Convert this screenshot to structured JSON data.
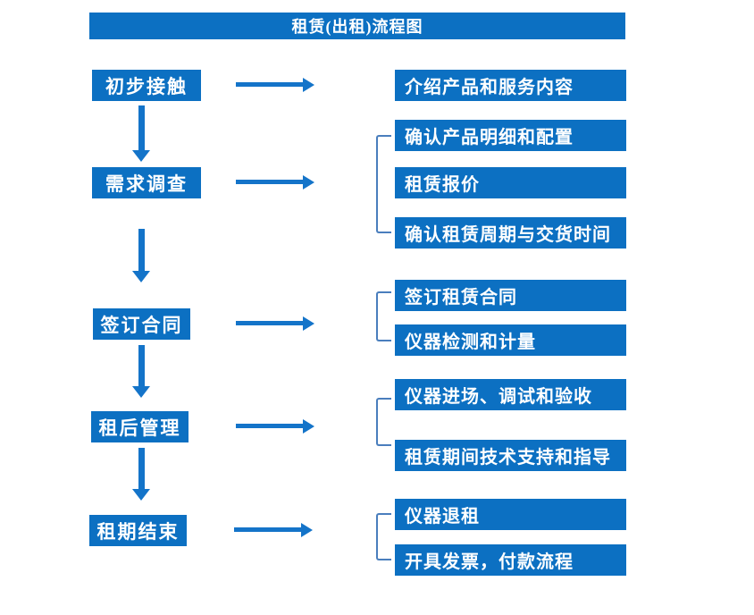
{
  "title": "租赁(出租)流程图",
  "colors": {
    "box_blue": "#0c70c2",
    "arrow_blue": "#1474c9",
    "bracket_blue": "#4a7ebd",
    "text_white": "#ffffff",
    "background": "#ffffff"
  },
  "stages": [
    {
      "label": "初步接触",
      "details": [
        "介绍产品和服务内容"
      ]
    },
    {
      "label": "需求调查",
      "details": [
        "确认产品明细和配置",
        "租赁报价",
        "确认租赁周期与交货时间"
      ]
    },
    {
      "label": "签订合同",
      "details": [
        "签订租赁合同",
        "仪器检测和计量"
      ]
    },
    {
      "label": "租后管理",
      "details": [
        "仪器进场、调试和验收",
        "租赁期间技术支持和指导"
      ]
    },
    {
      "label": "租期结束",
      "details": [
        "仪器退租",
        "开具发票，付款流程"
      ]
    }
  ]
}
